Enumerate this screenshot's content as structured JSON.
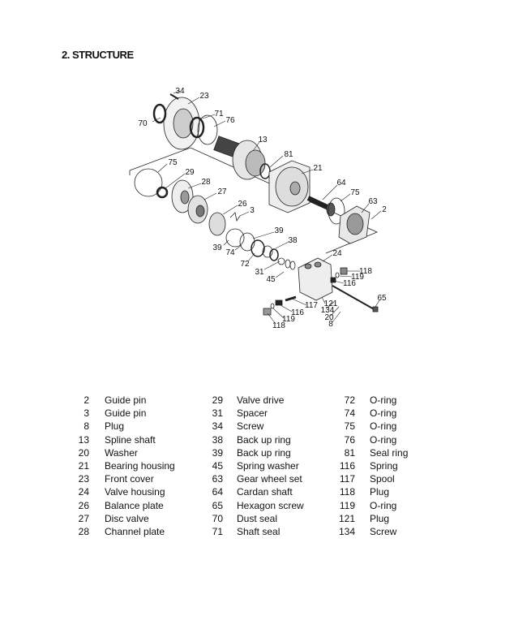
{
  "heading": "2. STRUCTURE",
  "diagram_labels": [
    "34",
    "23",
    "70",
    "71",
    "76",
    "13",
    "81",
    "21",
    "75",
    "29",
    "28",
    "27",
    "26",
    "3",
    "64",
    "75",
    "63",
    "2",
    "39",
    "38",
    "39",
    "74",
    "72",
    "24",
    "31",
    "45",
    "118",
    "119",
    "116",
    "65",
    "117",
    "121",
    "134",
    "20",
    "8",
    "116",
    "119",
    "118"
  ],
  "parts_columns": [
    [
      {
        "no": "2",
        "name": "Guide pin"
      },
      {
        "no": "3",
        "name": "Guide pin"
      },
      {
        "no": "8",
        "name": "Plug"
      },
      {
        "no": "13",
        "name": "Spline shaft"
      },
      {
        "no": "20",
        "name": "Washer"
      },
      {
        "no": "21",
        "name": "Bearing housing"
      },
      {
        "no": "23",
        "name": "Front cover"
      },
      {
        "no": "24",
        "name": "Valve housing"
      },
      {
        "no": "26",
        "name": "Balance plate"
      },
      {
        "no": "27",
        "name": "Disc valve"
      },
      {
        "no": "28",
        "name": "Channel plate"
      }
    ],
    [
      {
        "no": "29",
        "name": "Valve drive"
      },
      {
        "no": "31",
        "name": "Spacer"
      },
      {
        "no": "34",
        "name": "Screw"
      },
      {
        "no": "38",
        "name": "Back up ring"
      },
      {
        "no": "39",
        "name": "Back up ring"
      },
      {
        "no": "45",
        "name": "Spring washer"
      },
      {
        "no": "63",
        "name": "Gear wheel set"
      },
      {
        "no": "64",
        "name": "Cardan shaft"
      },
      {
        "no": "65",
        "name": "Hexagon screw"
      },
      {
        "no": "70",
        "name": "Dust seal"
      },
      {
        "no": "71",
        "name": "Shaft seal"
      }
    ],
    [
      {
        "no": "72",
        "name": "O-ring"
      },
      {
        "no": "74",
        "name": "O-ring"
      },
      {
        "no": "75",
        "name": "O-ring"
      },
      {
        "no": "76",
        "name": "O-ring"
      },
      {
        "no": "81",
        "name": "Seal ring"
      },
      {
        "no": "116",
        "name": "Spring"
      },
      {
        "no": "117",
        "name": "Spool"
      },
      {
        "no": "118",
        "name": "Plug"
      },
      {
        "no": "119",
        "name": "O-ring"
      },
      {
        "no": "121",
        "name": "Plug"
      },
      {
        "no": "134",
        "name": "Screw"
      }
    ]
  ]
}
